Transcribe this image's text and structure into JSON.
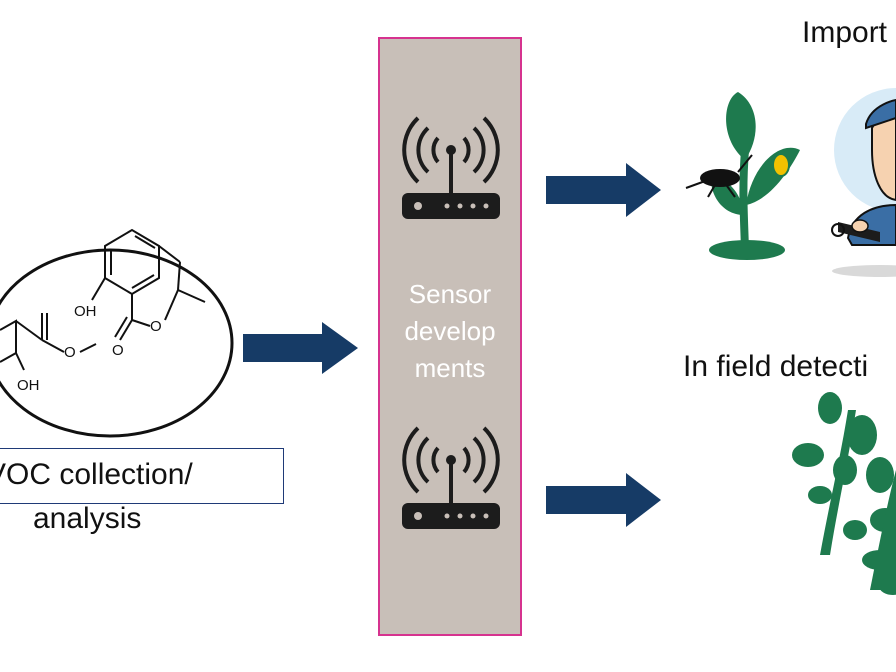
{
  "sensor": {
    "label_lines": [
      "Sensor",
      "develop",
      "ments"
    ]
  },
  "voc": {
    "line1": "VOC  collection/",
    "line2": "analysis"
  },
  "titles": {
    "import": "Import",
    "infield": "In field detecti"
  },
  "molecule": {
    "oh_labels": [
      "OH",
      "OH"
    ]
  },
  "colors": {
    "arrow": "#163b66",
    "sensor_bg": "#c8bfb8",
    "sensor_border": "#d6338f",
    "plant": "#1e7a4e",
    "device": "#1c1c1c"
  },
  "icons": [
    "router-icon",
    "router-icon",
    "plant-with-insect-icon",
    "inspector-icon",
    "plants-field-icon",
    "arrow-right-icon"
  ]
}
